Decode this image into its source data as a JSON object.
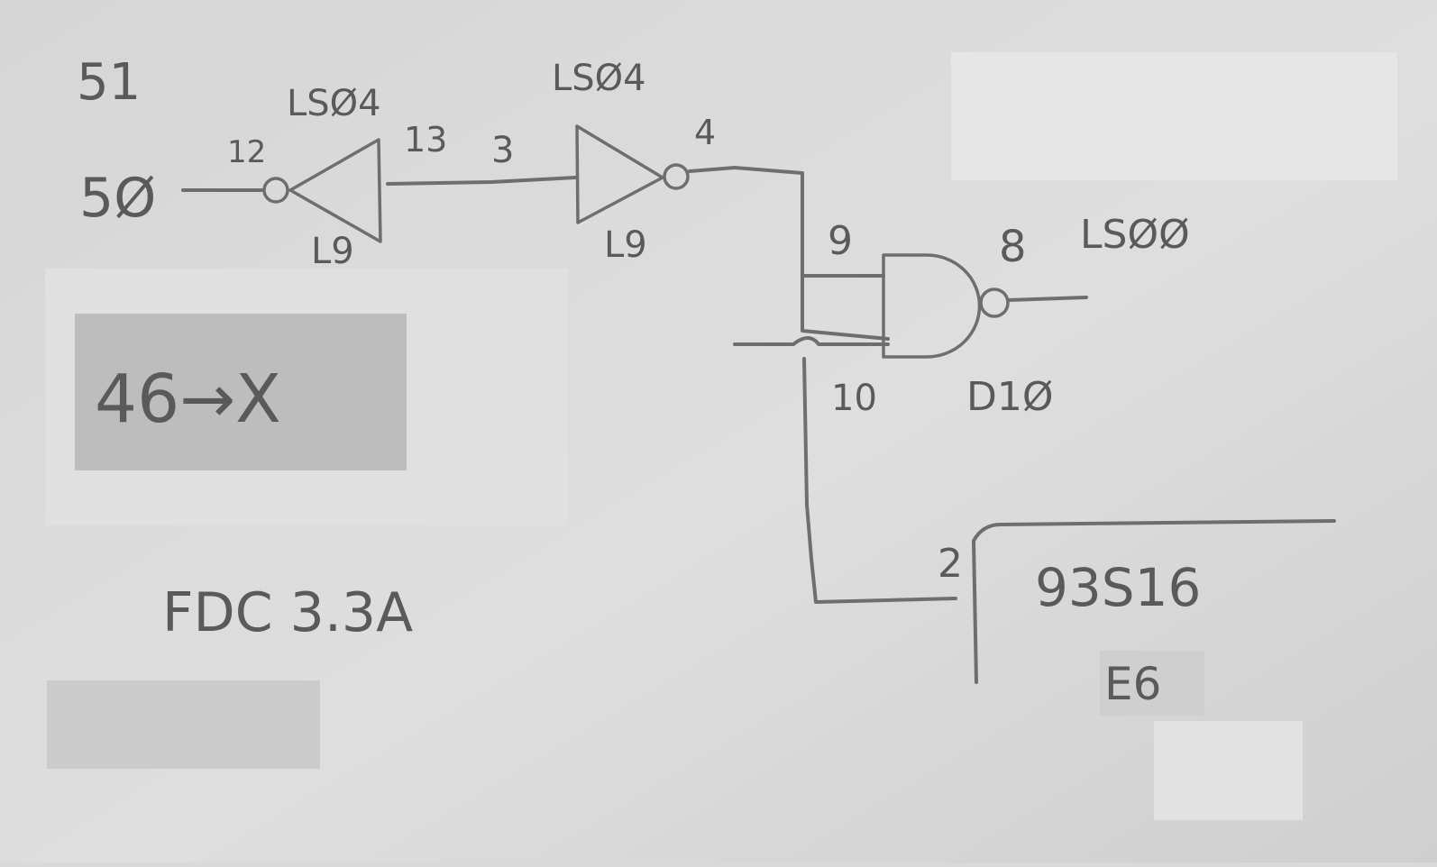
{
  "labels": {
    "sheet_ref": "51",
    "input_signal": "5Ø",
    "gate1_part": "LSØ4",
    "gate1_in_pin": "12",
    "gate1_out_pin": "13",
    "gate1_loc": "L9",
    "gate2_part": "LSØ4",
    "gate2_in_pin": "3",
    "gate2_out_pin": "4",
    "gate2_loc": "L9",
    "gate3_part": "LSØØ",
    "gate3_in_pin_a": "9",
    "gate3_in_pin_b": "10",
    "gate3_out_pin": "8",
    "gate3_loc": "D1Ø",
    "note_box": "46→X",
    "board_ref": "FDC 3.3A",
    "chip_part": "93S16",
    "chip_pin": "2",
    "chip_loc": "E6"
  },
  "colors": {
    "paper": "#d9d9d9",
    "ink": "#6e6e6e",
    "note_box": "#bdbdbd",
    "chip_loc_box": "#cfcfcf",
    "blank_patch": "#e4e4e4"
  }
}
